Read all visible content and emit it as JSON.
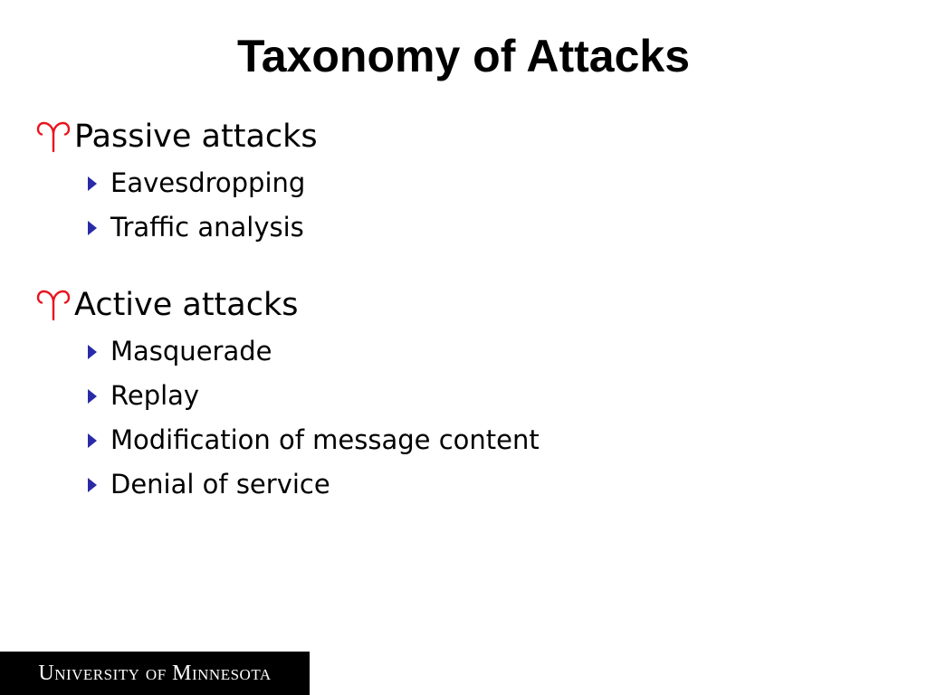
{
  "title": "Taxonomy of Attacks",
  "colors": {
    "level1_bullet": "#e8141e",
    "level2_bullet": "#2a2aa8",
    "footer_background": "#000000",
    "footer_text": "#ffffff"
  },
  "sections": [
    {
      "bullet_icon": "aries-symbol-icon",
      "label": "Passive attacks",
      "items": [
        {
          "bullet_icon": "triangle-right-icon",
          "label": "Eavesdropping"
        },
        {
          "bullet_icon": "triangle-right-icon",
          "label": "Traffic analysis"
        }
      ]
    },
    {
      "bullet_icon": "aries-symbol-icon",
      "label": "Active attacks",
      "items": [
        {
          "bullet_icon": "triangle-right-icon",
          "label": "Masquerade"
        },
        {
          "bullet_icon": "triangle-right-icon",
          "label": "Replay"
        },
        {
          "bullet_icon": "triangle-right-icon",
          "label": "Modification of message content"
        },
        {
          "bullet_icon": "triangle-right-icon",
          "label": "Denial of service"
        }
      ]
    }
  ],
  "footer": {
    "text": "University of Minnesota"
  }
}
